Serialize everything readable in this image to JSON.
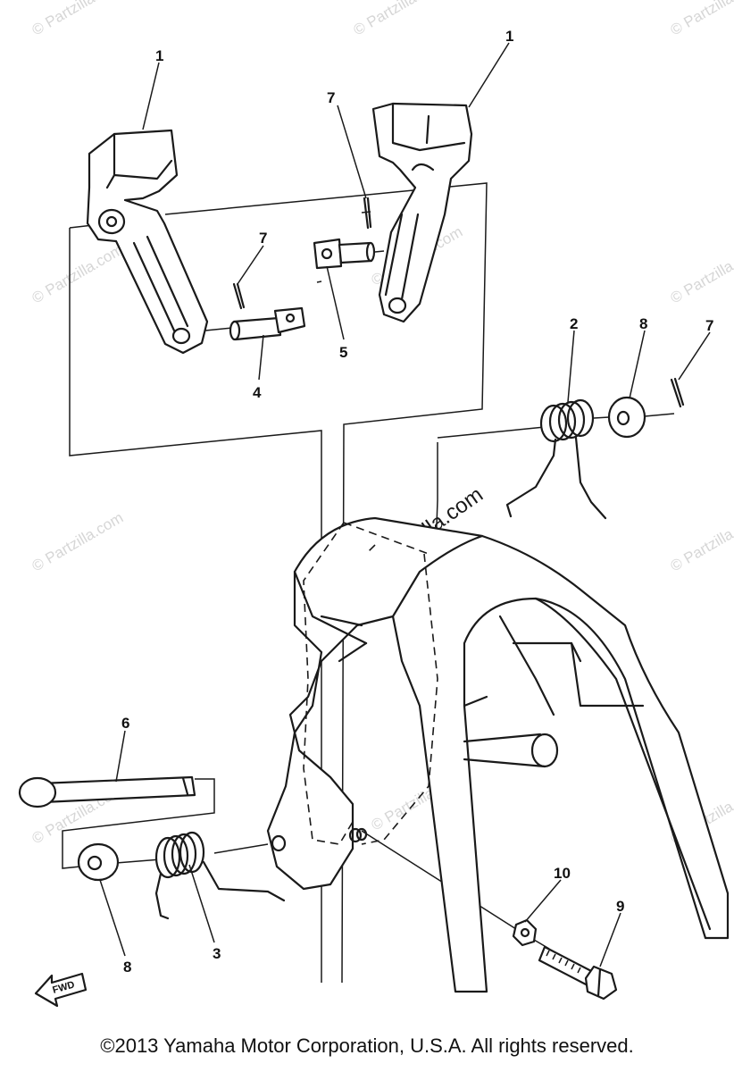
{
  "watermark": {
    "text": "© Partzilla.com",
    "center_text": "© Partzilla.com"
  },
  "callouts": [
    {
      "id": "1a",
      "label": "1"
    },
    {
      "id": "1b",
      "label": "1"
    },
    {
      "id": "7a",
      "label": "7"
    },
    {
      "id": "7b",
      "label": "7"
    },
    {
      "id": "7c",
      "label": "7"
    },
    {
      "id": "4",
      "label": "4"
    },
    {
      "id": "5",
      "label": "5"
    },
    {
      "id": "2",
      "label": "2"
    },
    {
      "id": "8a",
      "label": "8"
    },
    {
      "id": "6",
      "label": "6"
    },
    {
      "id": "8b",
      "label": "8"
    },
    {
      "id": "3",
      "label": "3"
    },
    {
      "id": "10",
      "label": "10"
    },
    {
      "id": "9",
      "label": "9"
    }
  ],
  "fwd_label": "FWD",
  "copyright": "©2013  Yamaha Motor Corporation, U.S.A. All rights reserved."
}
